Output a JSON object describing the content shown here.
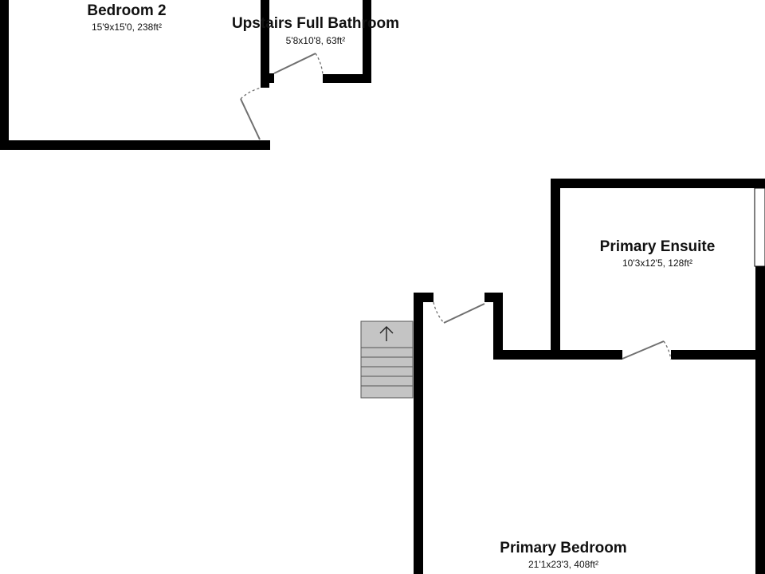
{
  "rooms": {
    "bedroom_2": {
      "name": "Bedroom 2",
      "dims": "15'9x15'0, 238ft²"
    },
    "upstairs_full_bathroom": {
      "name": "Upstairs Full Bathroom",
      "dims": "5'8x10'8, 63ft²"
    },
    "primary_ensuite": {
      "name": "Primary Ensuite",
      "dims": "10'3x12'5, 128ft²"
    },
    "primary_bedroom": {
      "name": "Primary Bedroom",
      "dims": "21'1x23'3, 408ft²"
    }
  },
  "colors": {
    "wall": "#000000",
    "door": "#6f6f6f",
    "stairs": "#c4c4c4",
    "background": "#ffffff"
  },
  "icons": {
    "stairs_direction": "arrow-up-icon"
  }
}
